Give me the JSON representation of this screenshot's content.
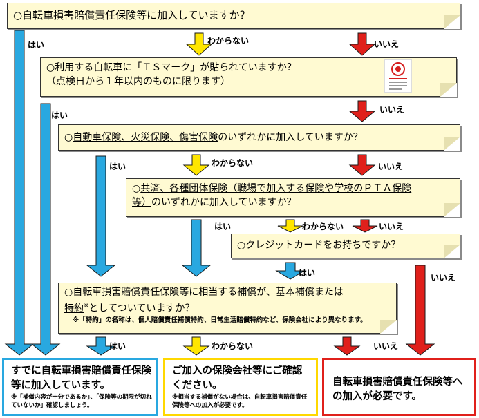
{
  "q1": {
    "text": "○自転車損害賠償責任保険等に加入していますか？"
  },
  "q2": {
    "line1": "○利用する自転車に「ＴＳマーク」が貼られていますか？",
    "line2": "（点検日から１年以内のものに限ります）"
  },
  "q3": {
    "prefix": "○",
    "underlined": "自動車保険、火災保険、傷害保険",
    "rest": "のいずれかに加入していますか？"
  },
  "q4": {
    "prefix": "○",
    "underlined1": "共済、各種団体保険（職場で加入する保険や学校のＰＴＡ保険",
    "underlined2": "等）",
    "rest": "のいずれかに加入していますか？"
  },
  "q5": {
    "text": "○クレジットカードをお持ちですか？"
  },
  "q6": {
    "line1": "○自転車損害賠償責任保険等に相当する補償が、基本補償または",
    "special": "特約",
    "mark": "※",
    "line2_rest": "としてついていますか？",
    "note": "※「特約」の名称は、個人賠償責任補償特約、日常生活賠償特約など、保険会社により異なります。"
  },
  "labels": {
    "yes": "はい",
    "unknown": "わからない",
    "no": "いいえ"
  },
  "results": {
    "covered": {
      "title": "すでに自転車損害賠償責任保険等に加入しています。",
      "note": "※「補償内容が十分であるか」、「保険等の期限が切れていないか」確認しましょう。",
      "color": "#29a8e0"
    },
    "ask_insurer": {
      "title": "ご加入の保険会社等にご確認ください。",
      "note": "※相当する補償がない場合は、自転車損害賠償責任保険等への加入が必要です。",
      "color": "#ffd800"
    },
    "must_join": {
      "title": "自転車損害賠償責任保険等への加入が必要です。",
      "color": "#e0201b"
    }
  },
  "colors": {
    "yes_arrow": "#29a8e0",
    "unknown_arrow": "#ffe600",
    "no_arrow": "#e0201b",
    "box_fill": "#fffad2"
  }
}
